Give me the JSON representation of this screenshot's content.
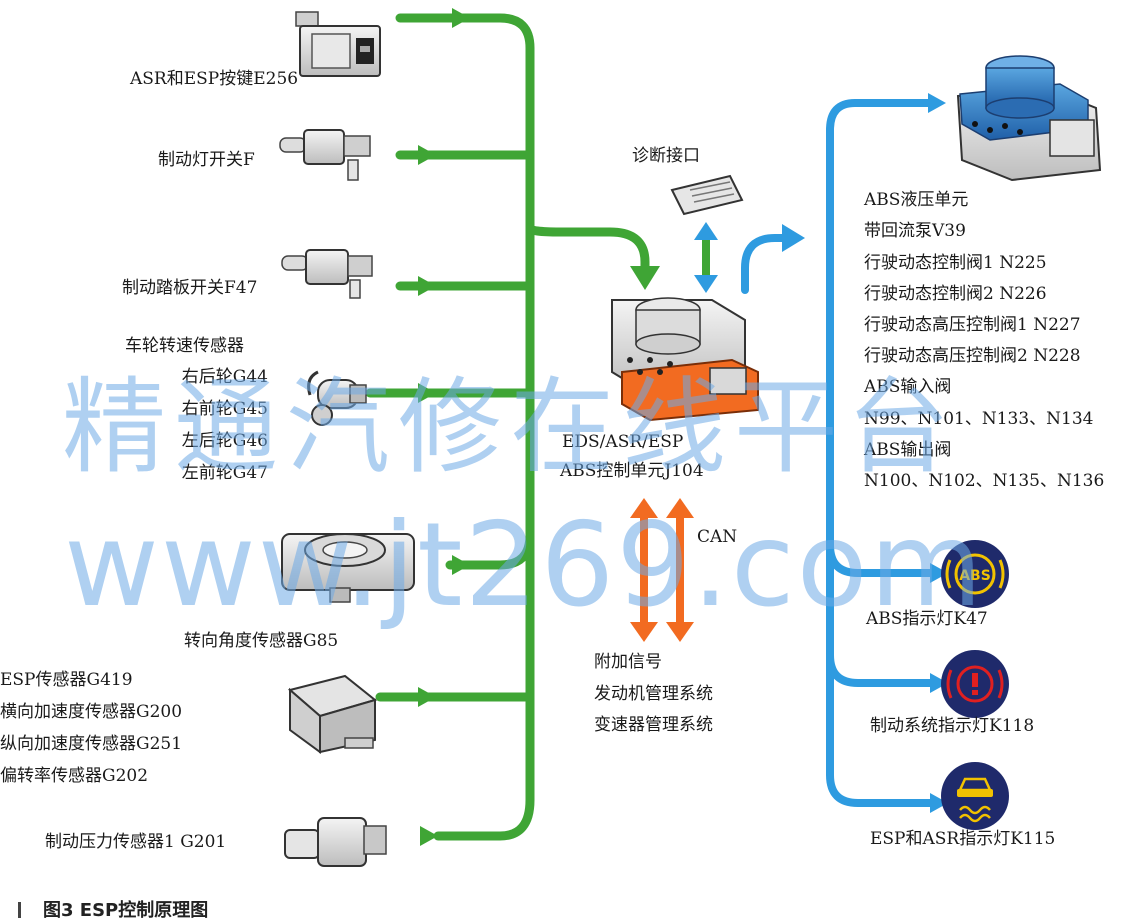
{
  "inputs": {
    "asr_esp_button": "ASR和ESP按键E256",
    "brake_light_switch": "制动灯开关F",
    "brake_pedal_switch": "制动踏板开关F47",
    "wheel_speed_title": "车轮转速传感器",
    "wheel_speed_items": [
      "右后轮G44",
      "右前轮G45",
      "左后轮G46",
      "左前轮G47"
    ],
    "steering_angle": "转向角度传感器G85",
    "esp_sensor_items": [
      "ESP传感器G419",
      "横向加速度传感器G200",
      "纵向加速度传感器G251",
      "偏转率传感器G202"
    ],
    "brake_pressure": "制动压力传感器1 G201"
  },
  "center": {
    "diag_port": "诊断接口",
    "unit_line1": "EDS/ASR/ESP",
    "unit_line2": "ABS控制单元J104",
    "can": "CAN",
    "extra_items": [
      "附加信号",
      "发动机管理系统",
      "变速器管理系统"
    ]
  },
  "outputs": {
    "hydraulic_items": [
      "ABS液压单元",
      "带回流泵V39",
      "行驶动态控制阀1 N225",
      "行驶动态控制阀2 N226",
      "行驶动态高压控制阀1 N227",
      "行驶动态高压控制阀2 N228",
      "ABS输入阀",
      "N99、N101、N133、N134",
      "ABS输出阀",
      "N100、N102、N135、N136"
    ],
    "abs_lamp": "ABS指示灯K47",
    "abs_lamp_icon_text": "ABS",
    "brake_lamp": "制动系统指示灯K118",
    "esp_lamp": "ESP和ASR指示灯K115"
  },
  "watermark": {
    "line1": "精通汽修在线平台",
    "line2": "www.jt269.com"
  },
  "caption": "图3   ESP控制原理图",
  "colors": {
    "green": "#3fa535",
    "blue": "#2e9be0",
    "orange": "#f26b21",
    "lamp_bg": "#1f2a6b",
    "abs_amber": "#f2c200",
    "brake_red": "#e02020"
  }
}
